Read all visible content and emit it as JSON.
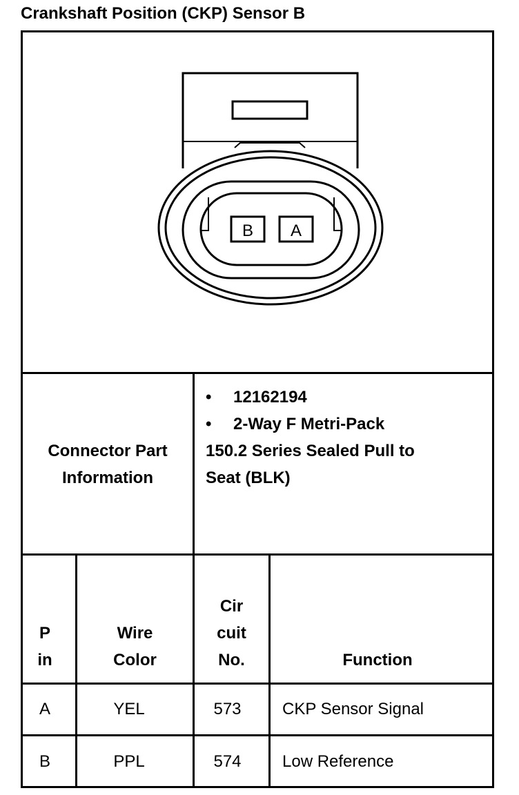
{
  "title": "Crankshaft Position (CKP) Sensor B",
  "connector_diagram": {
    "terminals": [
      "B",
      "A"
    ]
  },
  "part_info": {
    "label_line1": "Connector Part",
    "label_line2": "Information",
    "bullet_symbol": "•",
    "bullets": [
      "12162194",
      "2-Way F Metri-Pack"
    ],
    "continuation_line1": "150.2 Series Sealed Pull to",
    "continuation_line2": "Seat (BLK)"
  },
  "table": {
    "headers": {
      "pin": [
        "P",
        "in"
      ],
      "wire_color": [
        "Wire",
        "Color"
      ],
      "circuit": [
        "Cir",
        "cuit",
        "No."
      ],
      "function": [
        "Function"
      ]
    },
    "rows": [
      {
        "pin": "A",
        "wire_color": "YEL",
        "circuit": "573",
        "function": "CKP Sensor Signal"
      },
      {
        "pin": "B",
        "wire_color": "PPL",
        "circuit": "574",
        "function": "Low Reference"
      }
    ]
  }
}
